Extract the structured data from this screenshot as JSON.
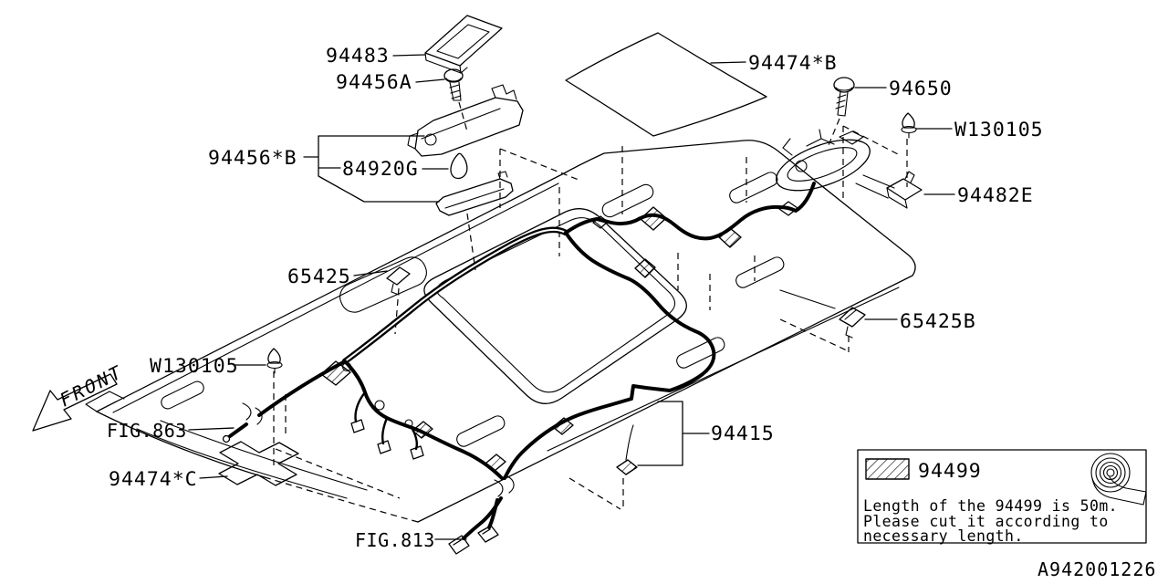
{
  "diagram": {
    "type": "exploded-parts-diagram",
    "subject": "roof-headlining-and-wiring-harness",
    "background_color": "#ffffff",
    "line_color": "#000000",
    "drawing_number": "A942001226",
    "front_label": "FRONT"
  },
  "callouts": {
    "p94483": "94483",
    "p94456A": "94456A",
    "p94456B": "94456*B",
    "p84920G": "84920G",
    "p94474B": "94474*B",
    "p94650": "94650",
    "pW130105_right": "W130105",
    "p94482E": "94482E",
    "p65425": "65425",
    "p65425B": "65425B",
    "pW130105_left": "W130105",
    "fig863": "FIG.863",
    "p94474C": "94474*C",
    "p94415": "94415",
    "fig813": "FIG.813"
  },
  "legend": {
    "part": "94499",
    "swatch_style": "diagonal-hatch",
    "icon": "tape-roll-icon",
    "note_line1": "Length of the 94499 is 50m.",
    "note_line2": "Please cut it according to",
    "note_line3": "necessary length."
  }
}
